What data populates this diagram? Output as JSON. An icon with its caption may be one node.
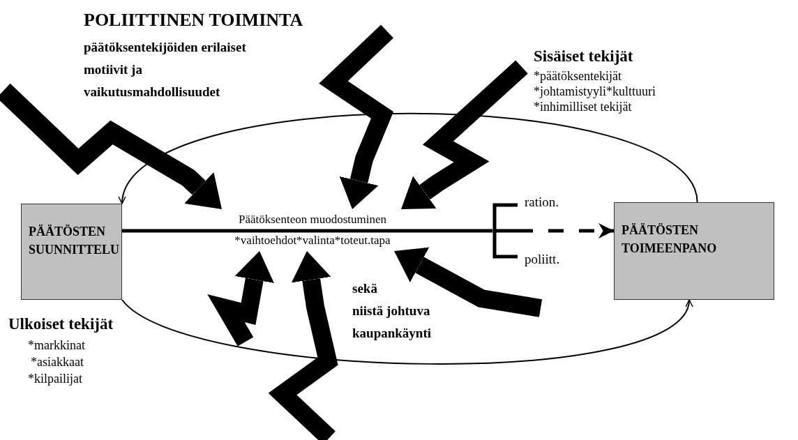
{
  "diagram": {
    "nodes": [
      {
        "text": [
          "PÄÄTÖSTEN SUUNNITTELU"
        ]
      },
      {
        "text": [
          "PÄÄTÖSTEN TOIMEENPANO"
        ]
      },
      {
        "text": [
          "Päätöksenteon muodostuminen *vaihtoehdot*valinta*toteut.tapa"
        ]
      },
      {
        "text": [],
        "shape": "bracket",
        "beside": [
          "ration.",
          "poliitt."
        ]
      }
    ],
    "edges": [
      {
        "from": 1,
        "to": 0,
        "arrow": "to"
      },
      {
        "from": 0,
        "to": 1,
        "arrow": "to"
      },
      {
        "from": 0,
        "to": 3,
        "arrow": "none"
      },
      {
        "from": 3,
        "to": 1,
        "arrow": "to",
        "style": "dashed"
      },
      {
        "from": null,
        "to": 2,
        "arrow": "to"
      },
      {
        "from": null,
        "to": 2,
        "arrow": "to"
      },
      {
        "from": null,
        "to": 2,
        "arrow": "to"
      },
      {
        "from": null,
        "to": 2,
        "arrow": "to"
      },
      {
        "from": null,
        "to": 2,
        "arrow": "to"
      },
      {
        "from": null,
        "to": 2,
        "arrow": "to"
      }
    ],
    "labels": [
      "POLIITTINEN TOIMINTA",
      "päätöksentekijöiden erilaiset motiivit ja vaikutusmahdollisuudet",
      "Sisäiset tekijät",
      "*päätöksentekijät",
      "*johtamistyyli*kulttuuri",
      "*inhimilliset tekijät",
      "Ulkoiset tekijät",
      "*markkinat",
      "*asiakkaat",
      "*kilpailijat",
      "sekä",
      "niistä johtuva",
      "kaupankäynti"
    ]
  }
}
